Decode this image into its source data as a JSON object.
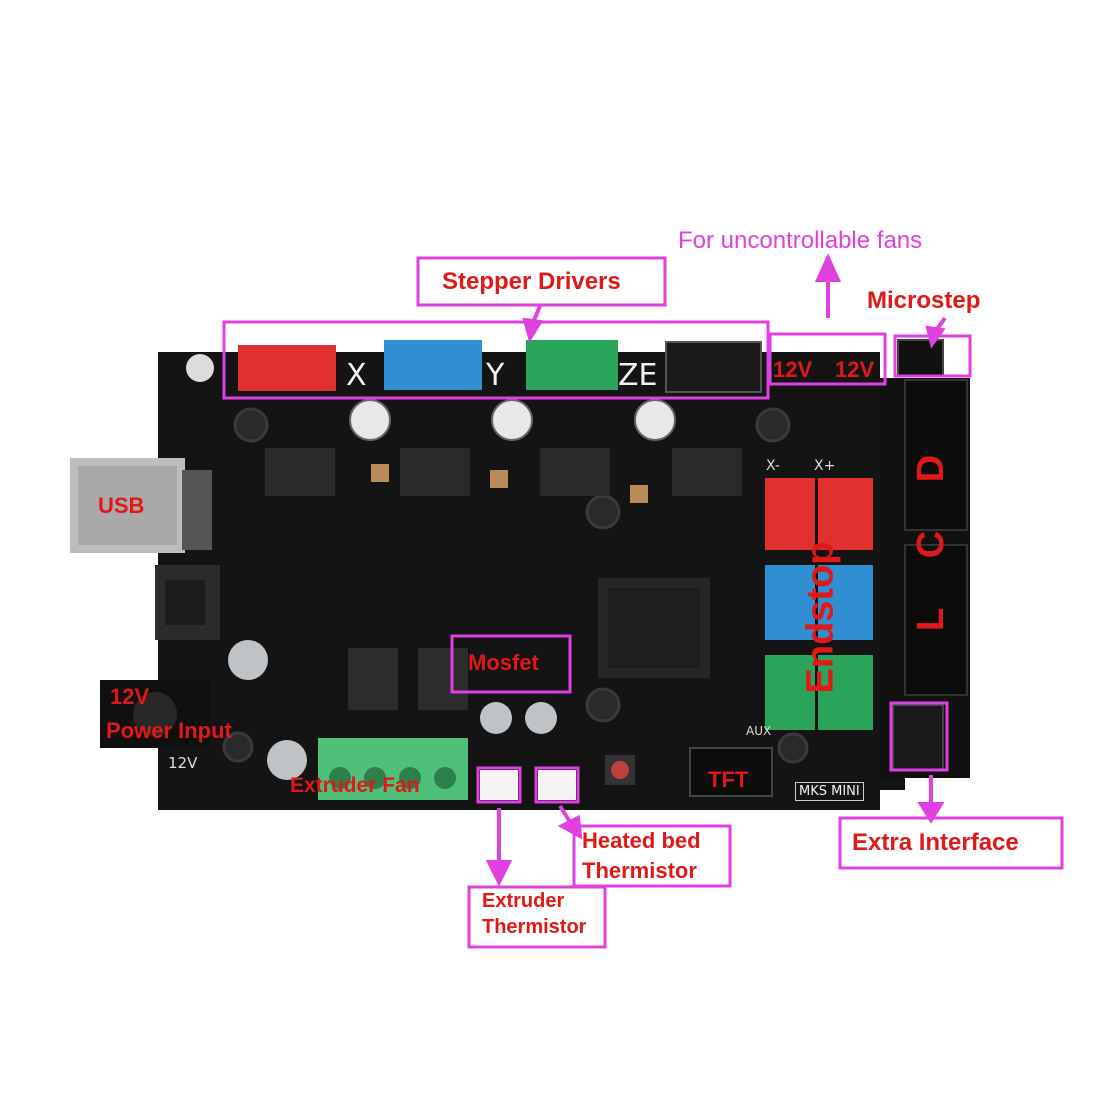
{
  "callouts": {
    "uncontrollable_fans": "For uncontrollable fans",
    "stepper_drivers": "Stepper Drivers",
    "microstep": "Microstep",
    "fan_12v_left": "12V",
    "fan_12v_right": "12V",
    "usb": "USB",
    "power_input_line1": "12V",
    "power_input_line2": "Power Input",
    "mosfet": "Mosfet",
    "extruder_fan": "Extruder  Fan",
    "heated_bed_line1": "Heated bed",
    "heated_bed_line2": "Thermistor",
    "extruder_thermistor_line1": "Extruder",
    "extruder_thermistor_line2": "Thermistor",
    "extra_interface": "Extra Interface",
    "endstop": "Endstop",
    "lcd_l": "L",
    "lcd_c": "C",
    "lcd_d": "D",
    "tft": "TFT"
  },
  "board": {
    "axis_x": "X",
    "axis_y": "Y",
    "axis_ze": "ZE",
    "endstop_xminus": "X-",
    "endstop_xplus": "X+",
    "model": "MKS MINI",
    "power_12v": "12V",
    "aux": "AUX"
  },
  "colors": {
    "callout_magenta": "#e040e0",
    "callout_text_red": "#e01818",
    "board_black": "#141414",
    "connector_red": "#e03030",
    "connector_blue": "#2f8fd0",
    "connector_green": "#2aa45a",
    "terminal_green": "#4fbf7a"
  }
}
